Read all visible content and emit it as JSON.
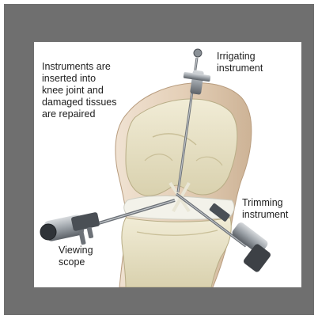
{
  "labels": {
    "main": "Instruments are\ninserted into\nknee joint and\ndamaged tissues\nare repaired",
    "irrigating": "Irrigating\ninstrument",
    "trimming": "Trimming\ninstrument",
    "viewing": "Viewing\nscope"
  },
  "colors": {
    "frame": "#6f6f6f",
    "background": "#ffffff",
    "skin": "#e6d2bc",
    "bone": "#e7e2c8",
    "cartilage": "#f2f2ea",
    "instrument_metal": "#9aa0a6",
    "instrument_dark": "#3d4146"
  },
  "icons": [
    "knee-joint",
    "irrigating-instrument-icon",
    "trimming-instrument-icon",
    "viewing-scope-icon"
  ]
}
